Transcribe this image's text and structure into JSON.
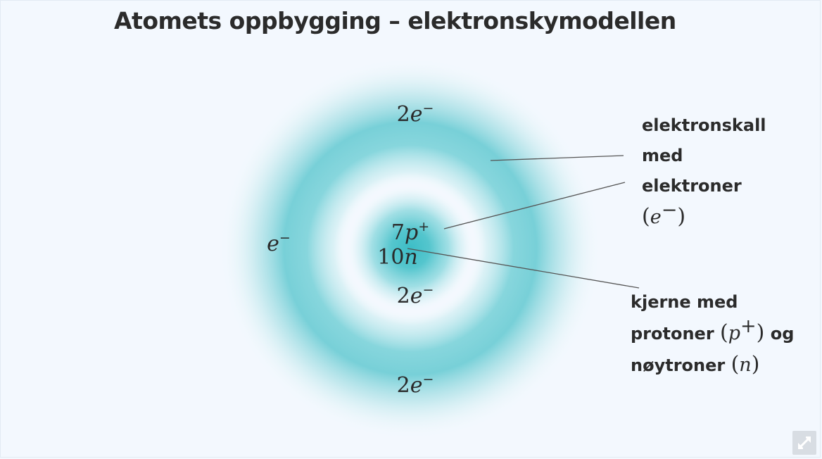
{
  "title": "Atomets oppbygging – elektronskymodellen",
  "nucleus": {
    "protons_coeff": "7",
    "protons_sym": "p",
    "protons_sup": "+",
    "neutrons_coeff": "10",
    "neutrons_sym": "n"
  },
  "electrons": {
    "inner_bottom": {
      "coeff": "2",
      "sym": "e",
      "sup": "−"
    },
    "outer_top": {
      "coeff": "2",
      "sym": "e",
      "sup": "−"
    },
    "outer_left": {
      "coeff": "",
      "sym": "e",
      "sup": "−"
    },
    "outer_bottom": {
      "coeff": "2",
      "sym": "e",
      "sup": "−"
    }
  },
  "labels": {
    "shell": {
      "line1": "elektronskall",
      "line2": "med",
      "line3": "elektroner",
      "open": "(",
      "sym": "e",
      "sup": "−",
      "close": ")"
    },
    "nucleus": {
      "line1": "kjerne med",
      "line2_text": "protoner",
      "line2_open": "(",
      "line2_sym": "p",
      "line2_sup": "+",
      "line2_close": ")",
      "line2_tail": "og",
      "line3_text": "nøytroner",
      "line3_open": "(",
      "line3_sym": "n",
      "line3_close": ")"
    }
  },
  "colors": {
    "cloud": "#3cbdc6",
    "background": "#f3f8fe",
    "leader_line": "#555555"
  },
  "icons": {
    "expand": "expand-arrows-icon"
  }
}
